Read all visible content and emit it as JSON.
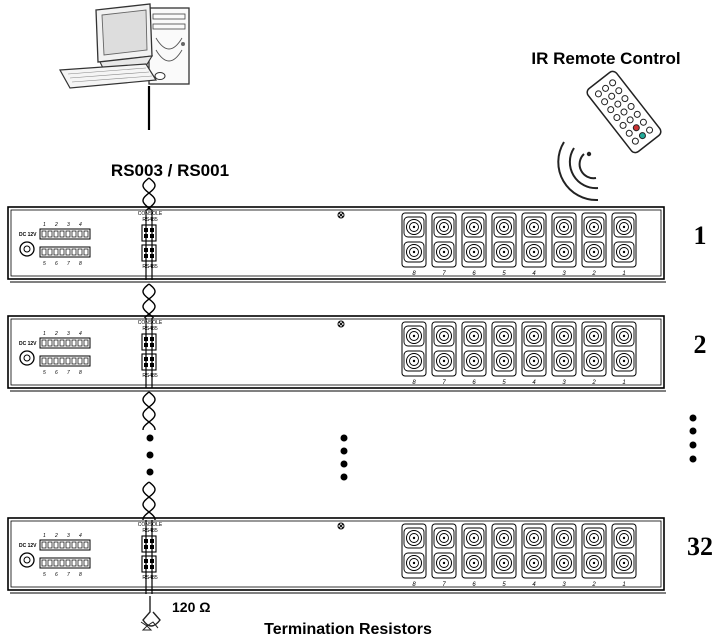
{
  "labels": {
    "remote": "IR Remote Control",
    "cable": "RS003 / RS001",
    "resistor_value": "120 Ω",
    "termination": "Termination Resistors"
  },
  "panel_text": {
    "console": "CONSOLE",
    "rs485": "RS485",
    "power": "DC 12V"
  },
  "units": [
    {
      "number": "1"
    },
    {
      "number": "2"
    },
    {
      "number": "32"
    }
  ],
  "port_numbers": [
    "8",
    "7",
    "6",
    "5",
    "4",
    "3",
    "2",
    "1"
  ],
  "terminal_top_numbers": [
    "1",
    "2",
    "3",
    "4"
  ],
  "terminal_bottom_numbers": [
    "5",
    "6",
    "7",
    "8"
  ],
  "icons": {
    "computer": "computer-icon",
    "remote": "remote-control-icon",
    "ir_waves": "ir-signal-icon",
    "resistor": "termination-resistor-icon"
  }
}
